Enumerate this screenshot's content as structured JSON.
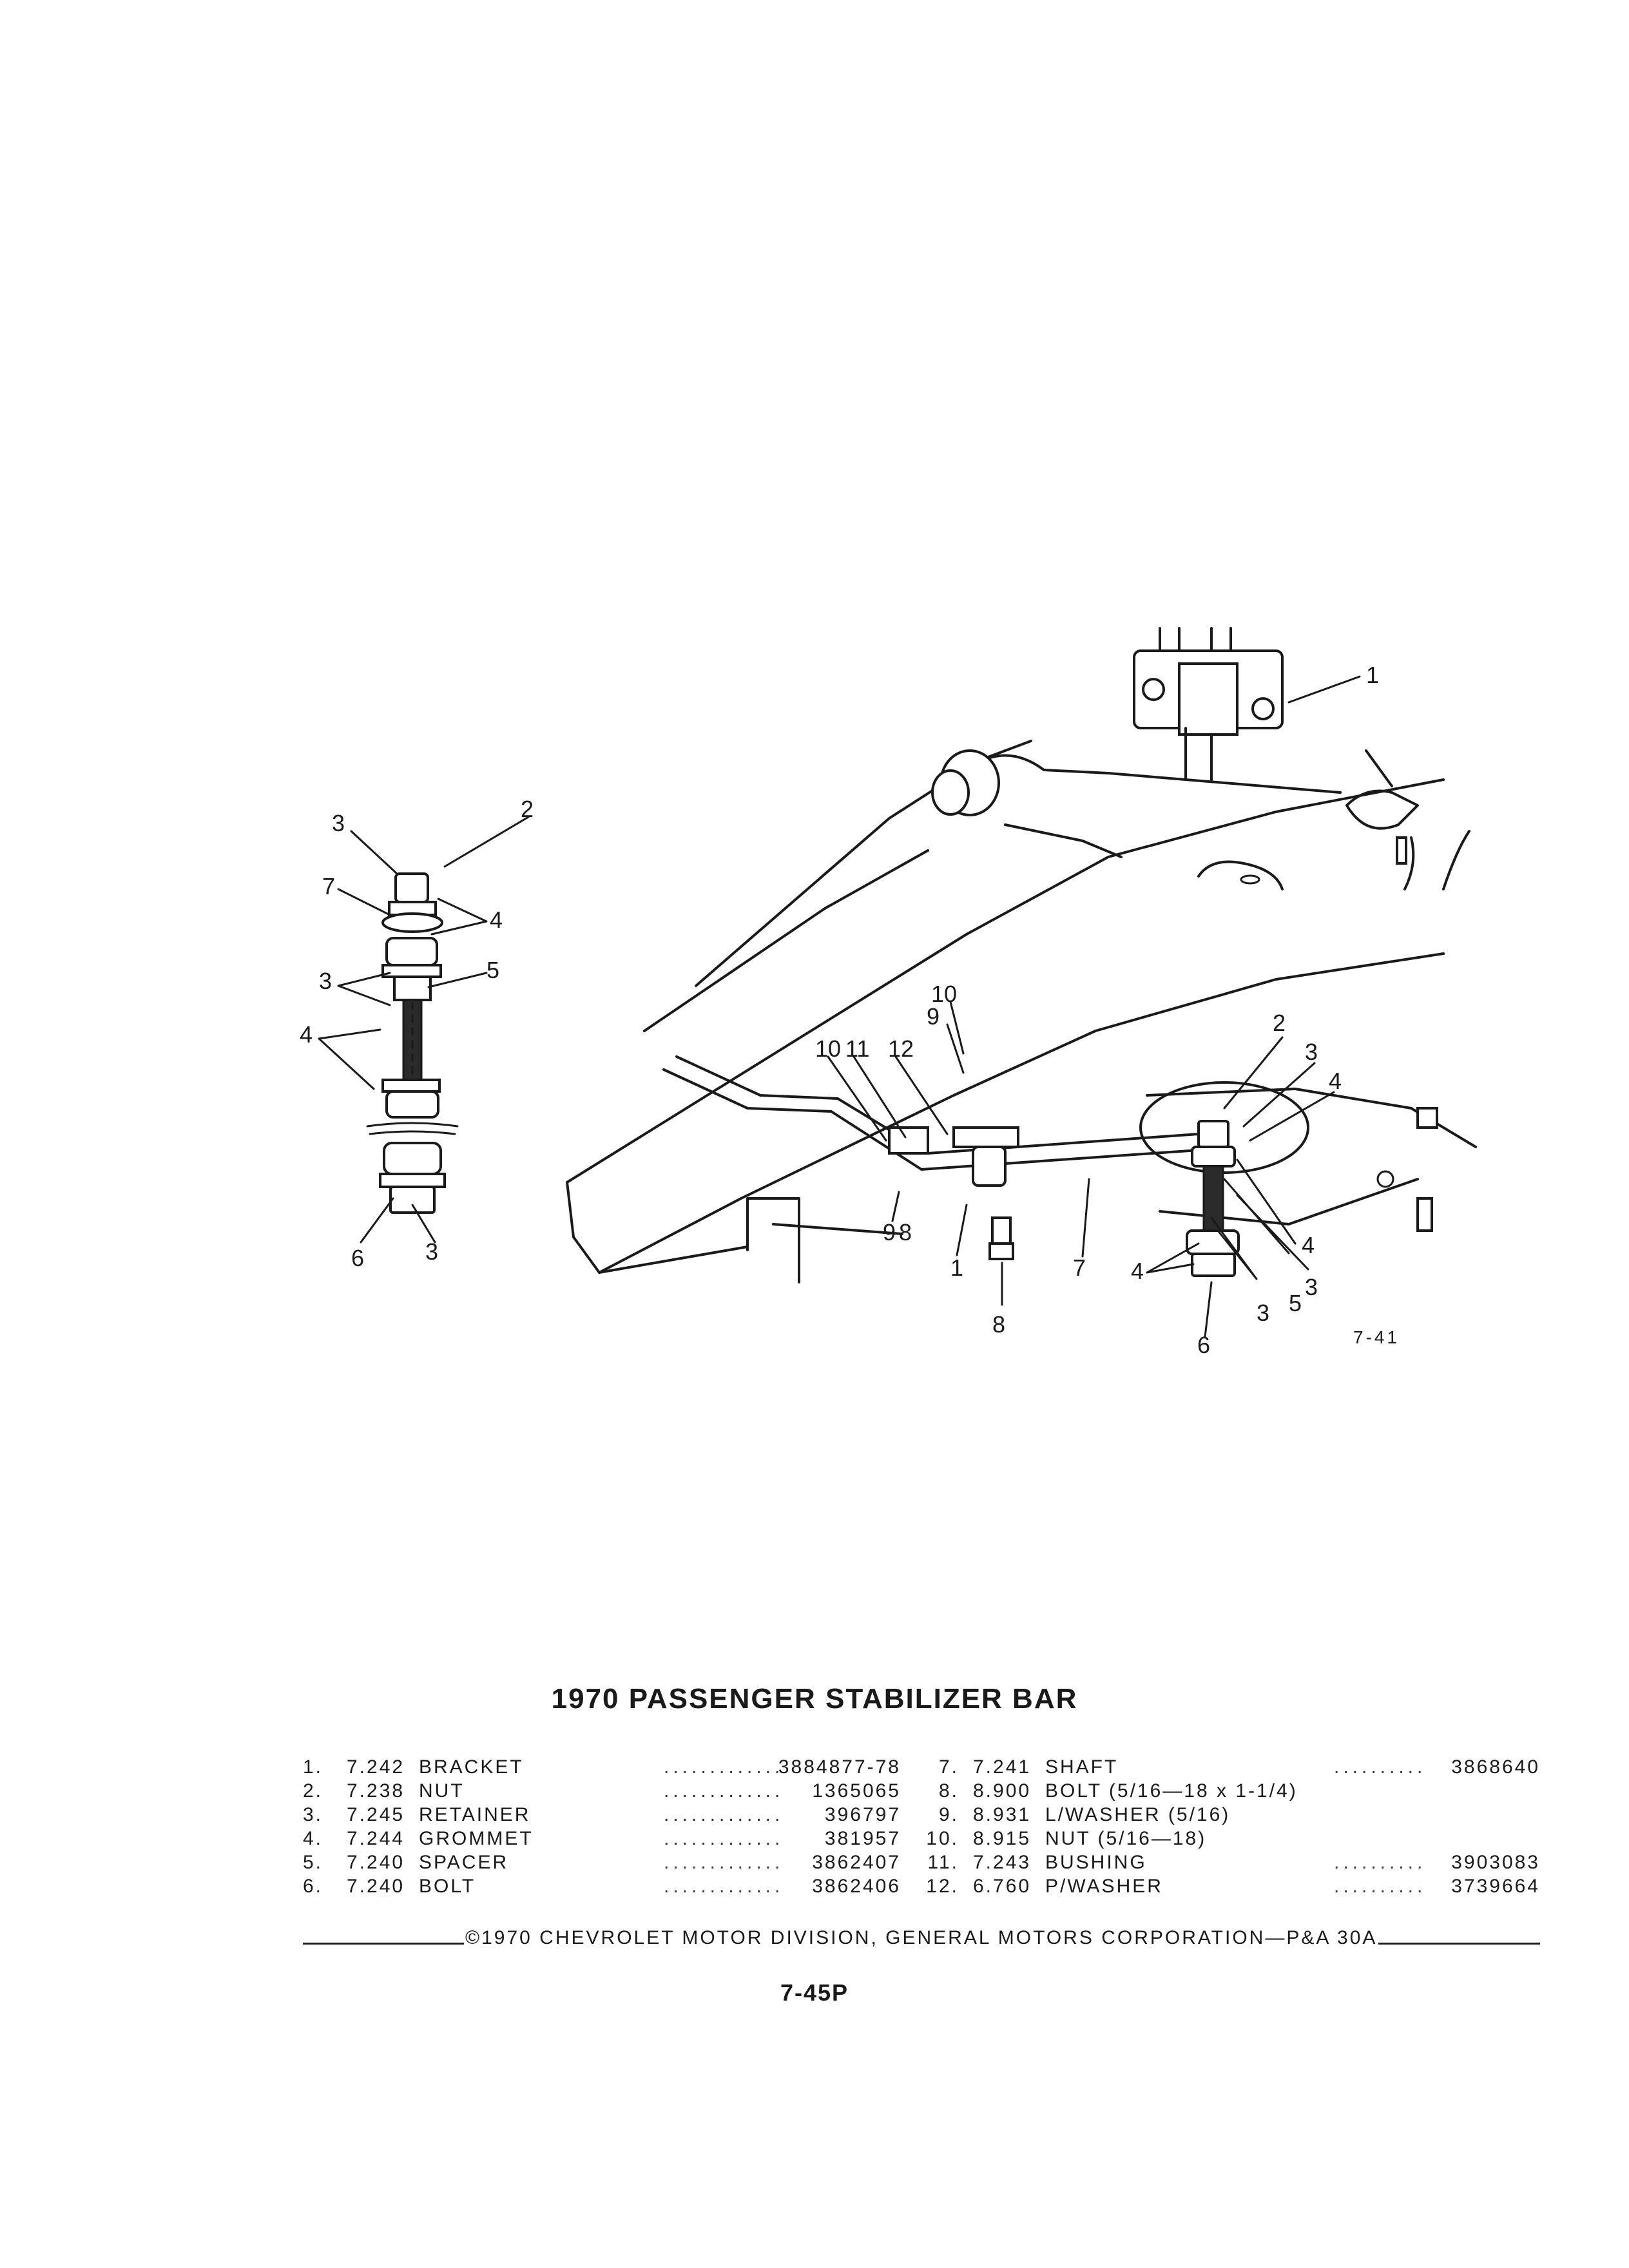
{
  "document": {
    "title": "1970 PASSENGER STABILIZER BAR",
    "figure_number": "7-41",
    "page_number": "7-45P",
    "copyright": "©1970 CHEVROLET MOTOR DIVISION, GENERAL MOTORS CORPORATION—P&A 30A"
  },
  "callouts": {
    "c1a": "1",
    "c1b": "1",
    "c2a": "2",
    "c2b": "2",
    "c3a": "3",
    "c3b": "3",
    "c3c": "3",
    "c3d": "3",
    "c3e": "3",
    "c3f": "3",
    "c4a": "4",
    "c4b": "4",
    "c4c": "4",
    "c4d": "4",
    "c4e": "4",
    "c5a": "5",
    "c5b": "5",
    "c6a": "6",
    "c6b": "6",
    "c7a": "7",
    "c7b": "7",
    "c8a": "8",
    "c8b": "8",
    "c9a": "9",
    "c9b": "9",
    "c10a": "10",
    "c10b": "10",
    "c11": "11",
    "c12": "12"
  },
  "parts_left": [
    {
      "num": "1.",
      "code": "7.242",
      "desc": "BRACKET",
      "part": "3884877-78",
      "dotted": true
    },
    {
      "num": "2.",
      "code": "7.238",
      "desc": "NUT",
      "part": "1365065",
      "dotted": true
    },
    {
      "num": "3.",
      "code": "7.245",
      "desc": "RETAINER",
      "part": "396797",
      "dotted": true
    },
    {
      "num": "4.",
      "code": "7.244",
      "desc": "GROMMET",
      "part": "381957",
      "dotted": true
    },
    {
      "num": "5.",
      "code": "7.240",
      "desc": "SPACER",
      "part": "3862407",
      "dotted": true
    },
    {
      "num": "6.",
      "code": "7.240",
      "desc": "BOLT",
      "part": "3862406",
      "dotted": true
    }
  ],
  "parts_right": [
    {
      "num": "7.",
      "code": "7.241",
      "desc": "SHAFT",
      "part": "3868640",
      "dotted": true
    },
    {
      "num": "8.",
      "code": "8.900",
      "desc": "BOLT (5/16—18 x 1-1/4)",
      "part": "",
      "dotted": false
    },
    {
      "num": "9.",
      "code": "8.931",
      "desc": "L/WASHER (5/16)",
      "part": "",
      "dotted": false
    },
    {
      "num": "10.",
      "code": "8.915",
      "desc": "NUT (5/16—18)",
      "part": "",
      "dotted": false
    },
    {
      "num": "11.",
      "code": "7.243",
      "desc": "BUSHING",
      "part": "3903083",
      "dotted": true
    },
    {
      "num": "12.",
      "code": "6.760",
      "desc": "P/WASHER",
      "part": "3739664",
      "dotted": true
    }
  ]
}
